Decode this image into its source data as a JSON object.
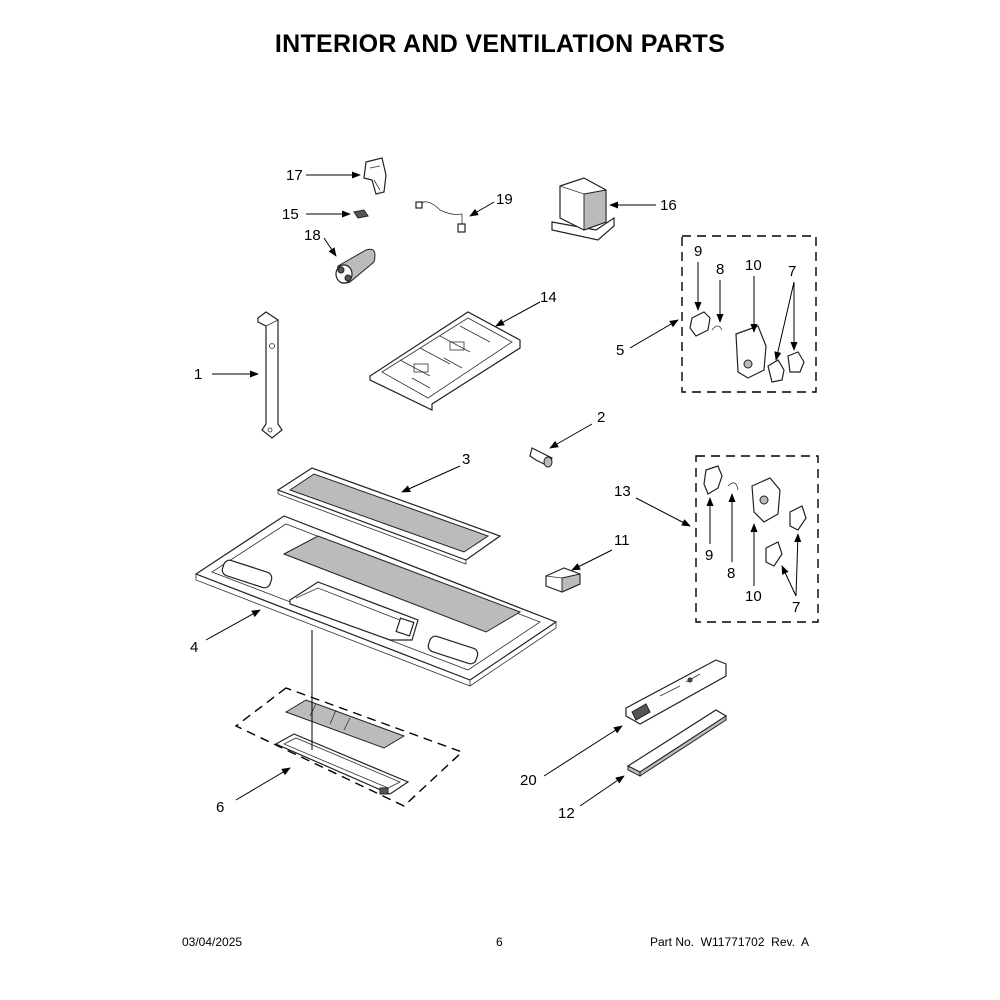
{
  "title": "INTERIOR AND VENTILATION PARTS",
  "callouts": {
    "c1": "1",
    "c2": "2",
    "c3": "3",
    "c4": "4",
    "c5": "5",
    "c6": "6",
    "c7a": "7",
    "c7b": "7",
    "c8a": "8",
    "c8b": "8",
    "c9a": "9",
    "c9b": "9",
    "c10a": "10",
    "c10b": "10",
    "c11": "11",
    "c12": "12",
    "c13": "13",
    "c14": "14",
    "c15": "15",
    "c16": "16",
    "c17": "17",
    "c18": "18",
    "c19": "19",
    "c20": "20"
  },
  "footer": {
    "date": "03/04/2025",
    "page": "6",
    "part": "Part No.  W11771702  Rev.  A"
  }
}
